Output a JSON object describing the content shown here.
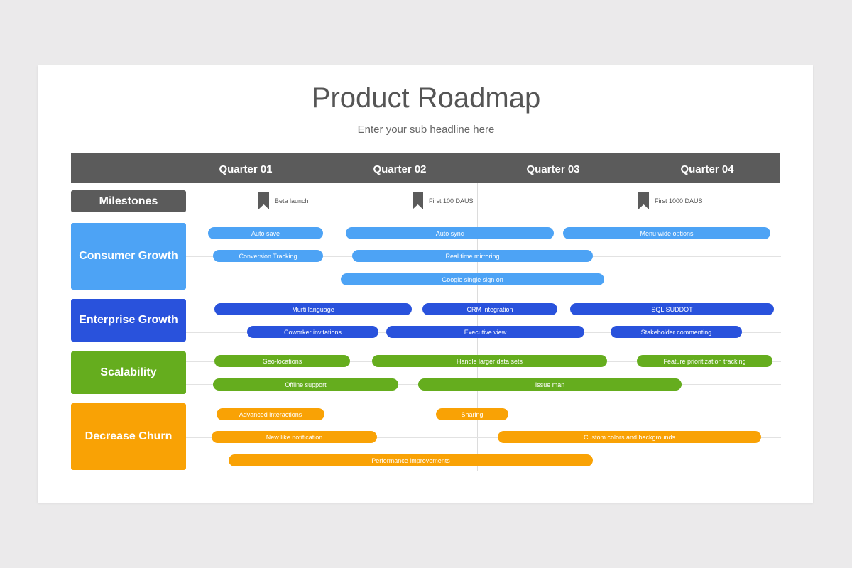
{
  "title": "Product Roadmap",
  "subtitle": "Enter your sub headline here",
  "quarters": [
    "Quarter 01",
    "Quarter 02",
    "Quarter 03",
    "Quarter 04"
  ],
  "milestones_label": "Milestones",
  "milestones": [
    "Beta launch",
    "First 100 DAUS",
    "First 1000 DAUS"
  ],
  "categories": [
    {
      "label": "Consumer Growth",
      "color": "#4da3f5"
    },
    {
      "label": "Enterprise Growth",
      "color": "#2952dc"
    },
    {
      "label": "Scalability",
      "color": "#65ad1e"
    },
    {
      "label": "Decrease Churn",
      "color": "#f9a205"
    }
  ],
  "tasks": {
    "consumer": [
      "Auto save",
      "Auto sync",
      "Menu wide options",
      "Conversion Tracking",
      "Real time mirroring",
      "Google single sign on"
    ],
    "enterprise": [
      "Murti language",
      "CRM integration",
      "SQL SUDDOT",
      "Coworker invitations",
      "Executive view",
      "Stakeholder commenting"
    ],
    "scalability": [
      "Geo-locations",
      "Handle larger data sets",
      "Feature prioritization tracking",
      "Offline support",
      "Issue man"
    ],
    "churn": [
      "Advanced interactions",
      "Sharing",
      "New like notification",
      "Custom colors and backgrounds",
      "Performance improvements"
    ]
  }
}
